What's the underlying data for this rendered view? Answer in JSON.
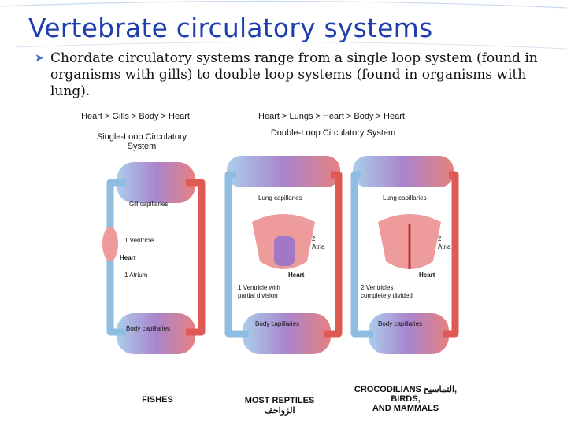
{
  "slide": {
    "title": "Vertebrate circulatory systems",
    "bullet": "Chordate circulatory systems range from a single loop system (found in organisms with gills) to double loop systems (found in organisms with lung)."
  },
  "flows": {
    "single": "Heart > Gills > Body > Heart",
    "double": "Heart > Lungs > Heart > Body > Heart"
  },
  "headers": {
    "single": "Single-Loop Circulatory System",
    "double": "Double-Loop Circulatory System"
  },
  "figure_labels": {
    "gill_capillaries": "Gill capillaries",
    "one_ventricle": "1 Ventricle",
    "heart": "Heart",
    "one_atrium": "1 Atrium",
    "body_capillaries": "Body capillaries",
    "lung_capillaries": "Lung capillaries",
    "two": "2",
    "atria": "Atria",
    "vent_partial_1": "1 Ventricle with",
    "vent_partial_2": "partial division",
    "vent_divided_1": "2 Ventricles",
    "vent_divided_2": "completely divided"
  },
  "groups": {
    "fishes": "FISHES",
    "reptiles_1": "MOST REPTILES",
    "reptiles_2": "الزواحف",
    "croc_1": "CROCODILIANS التماسيح,",
    "croc_2": "BIRDS,",
    "croc_3": "AND MAMMALS"
  },
  "colors": {
    "title": "#1f3fae",
    "oxygenated": "#e0453f",
    "deoxygenated": "#7ab0dc",
    "capillary_mix": "#9a6fc4"
  }
}
